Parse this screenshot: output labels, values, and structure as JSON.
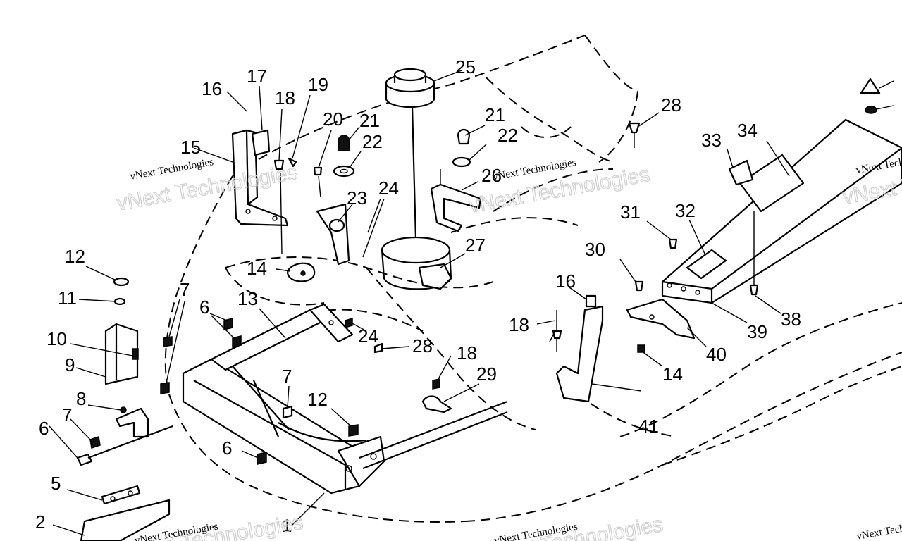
{
  "callouts": [
    {
      "id": "1",
      "text": "1"
    },
    {
      "id": "2",
      "text": "2"
    },
    {
      "id": "5",
      "text": "5"
    },
    {
      "id": "6a",
      "text": "6"
    },
    {
      "id": "6b",
      "text": "6"
    },
    {
      "id": "6c",
      "text": "6"
    },
    {
      "id": "7a",
      "text": "7"
    },
    {
      "id": "7b",
      "text": "7"
    },
    {
      "id": "7c",
      "text": "7"
    },
    {
      "id": "8",
      "text": "8"
    },
    {
      "id": "9",
      "text": "9"
    },
    {
      "id": "10",
      "text": "10"
    },
    {
      "id": "11",
      "text": "11"
    },
    {
      "id": "12a",
      "text": "12"
    },
    {
      "id": "12b",
      "text": "12"
    },
    {
      "id": "13",
      "text": "13"
    },
    {
      "id": "14a",
      "text": "14"
    },
    {
      "id": "14b",
      "text": "14"
    },
    {
      "id": "15",
      "text": "15"
    },
    {
      "id": "16a",
      "text": "16"
    },
    {
      "id": "16b",
      "text": "16"
    },
    {
      "id": "17",
      "text": "17"
    },
    {
      "id": "18a",
      "text": "18"
    },
    {
      "id": "18b",
      "text": "18"
    },
    {
      "id": "18c",
      "text": "18"
    },
    {
      "id": "19",
      "text": "19"
    },
    {
      "id": "20",
      "text": "20"
    },
    {
      "id": "21a",
      "text": "21"
    },
    {
      "id": "21b",
      "text": "21"
    },
    {
      "id": "22a",
      "text": "22"
    },
    {
      "id": "22b",
      "text": "22"
    },
    {
      "id": "23",
      "text": "23"
    },
    {
      "id": "24a",
      "text": "24"
    },
    {
      "id": "24b",
      "text": "24"
    },
    {
      "id": "25",
      "text": "25"
    },
    {
      "id": "26",
      "text": "26"
    },
    {
      "id": "27",
      "text": "27"
    },
    {
      "id": "28a",
      "text": "28"
    },
    {
      "id": "28b",
      "text": "28"
    },
    {
      "id": "29",
      "text": "29"
    },
    {
      "id": "30",
      "text": "30"
    },
    {
      "id": "31",
      "text": "31"
    },
    {
      "id": "32",
      "text": "32"
    },
    {
      "id": "33",
      "text": "33"
    },
    {
      "id": "34",
      "text": "34"
    },
    {
      "id": "38",
      "text": "38"
    },
    {
      "id": "39",
      "text": "39"
    },
    {
      "id": "40",
      "text": "40"
    },
    {
      "id": "41",
      "text": "41"
    }
  ],
  "watermark": {
    "small": "vNext Technologies",
    "large": "vNext Technologies"
  }
}
